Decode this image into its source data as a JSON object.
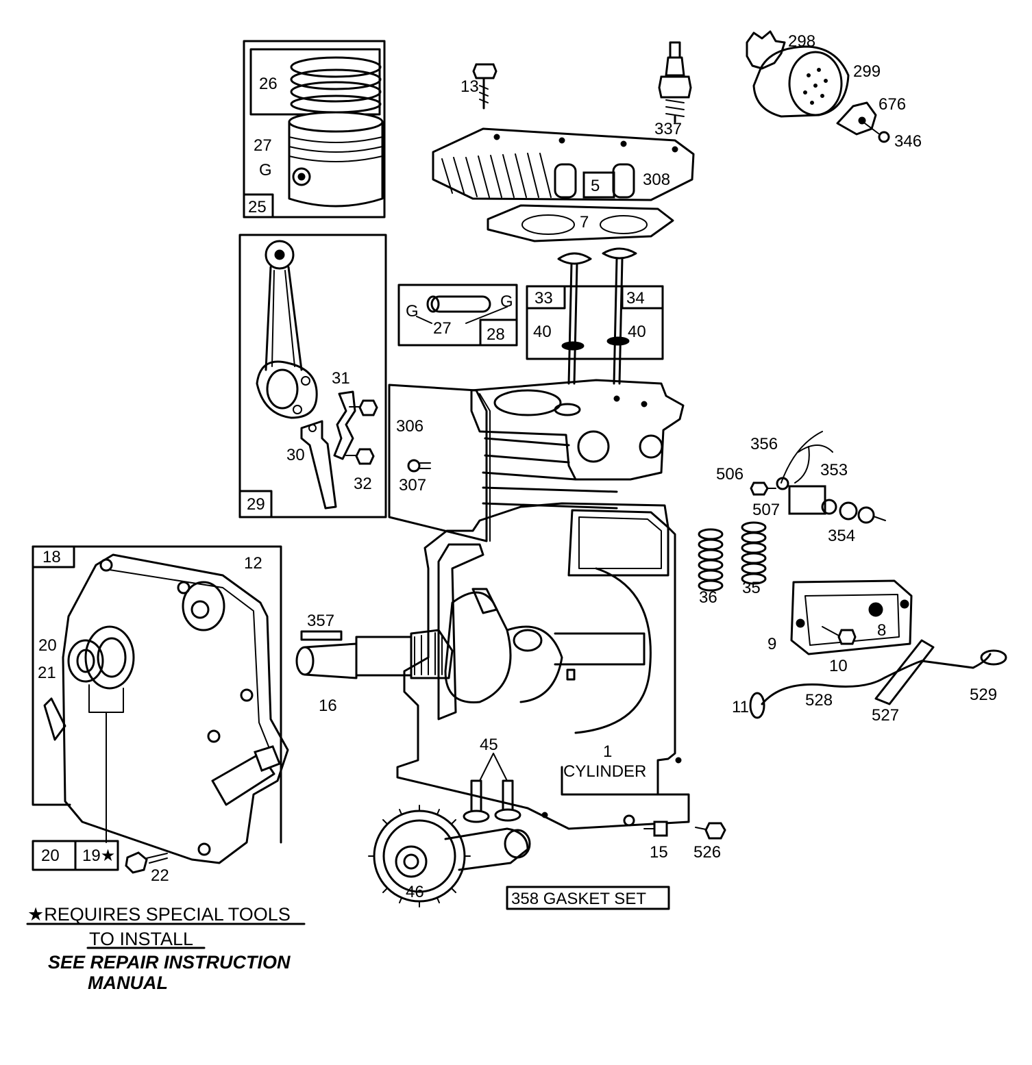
{
  "diagram": {
    "labels": {
      "l_298": "298",
      "l_299": "299",
      "l_676": "676",
      "l_346": "346",
      "l_337": "337",
      "l_13": "13",
      "l_26": "26",
      "l_27a": "27",
      "l_g1": "G",
      "l_25": "25",
      "l_308": "308",
      "l_5": "5",
      "l_7": "7",
      "l_g2": "G",
      "l_g3": "G",
      "l_27b": "27",
      "l_28": "28",
      "l_33": "33",
      "l_34": "34",
      "l_40a": "40",
      "l_40b": "40",
      "l_31": "31",
      "l_30": "30",
      "l_32": "32",
      "l_29": "29",
      "l_306": "306",
      "l_307": "307",
      "l_356": "356",
      "l_506": "506",
      "l_353": "353",
      "l_507": "507",
      "l_354": "354",
      "l_36": "36",
      "l_35": "35",
      "l_18": "18",
      "l_12": "12",
      "l_20a": "20",
      "l_21": "21",
      "l_357": "357",
      "l_16": "16",
      "l_9": "9",
      "l_8": "8",
      "l_10": "10",
      "l_11": "11",
      "l_528": "528",
      "l_527": "527",
      "l_529": "529",
      "l_45": "45",
      "l_1": "1",
      "l_cylinder": "CYLINDER",
      "l_20b": "20",
      "l_19": "19★",
      "l_22": "22",
      "l_15": "15",
      "l_526": "526",
      "l_46": "46",
      "l_358": "358 GASKET SET"
    }
  },
  "note": {
    "line1": "★REQUIRES SPECIAL TOOLS",
    "line2": "TO  INSTALL",
    "line3": "SEE REPAIR INSTRUCTION",
    "line4": "MANUAL"
  }
}
